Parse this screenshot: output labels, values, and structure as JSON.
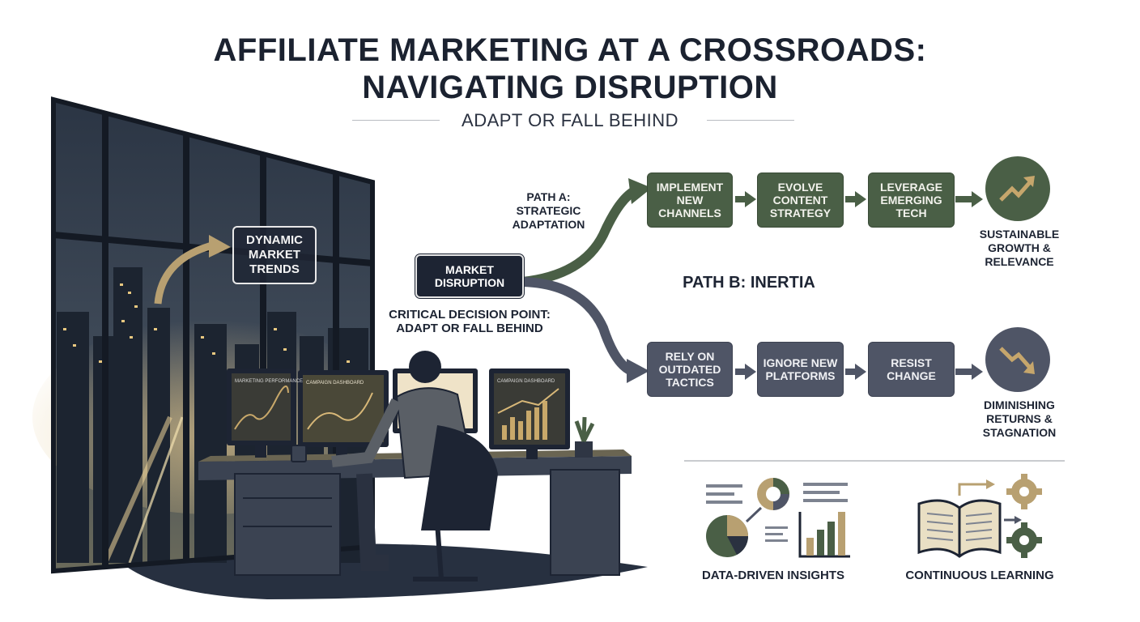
{
  "header": {
    "title_line1": "AFFILIATE MARKETING AT A CROSSROADS:",
    "title_line2": "NAVIGATING DISRUPTION",
    "subtitle": "ADAPT OR FALL BEHIND"
  },
  "scene": {
    "trend_callout": "DYNAMIC MARKET TRENDS",
    "monitor_labels": [
      "MARKETING PERFORMANCE",
      "CAMPAIGN DASHBOARD",
      "CAMPAIGN DASHBOARD"
    ]
  },
  "decision": {
    "node_label": "MARKET DISRUPTION",
    "caption": "CRITICAL DECISION POINT: ADAPT OR FALL BEHIND"
  },
  "path_a": {
    "label": "PATH A: STRATEGIC ADAPTATION",
    "steps": [
      "IMPLEMENT NEW CHANNELS",
      "EVOLVE CONTENT STRATEGY",
      "LEVERAGE EMERGING TECH"
    ],
    "outcome": "SUSTAINABLE GROWTH & RELEVANCE",
    "outcome_icon": "trend-up-icon",
    "color": "#4a5f46"
  },
  "path_b": {
    "label": "PATH B: INERTIA",
    "steps": [
      "RELY ON OUTDATED TACTICS",
      "IGNORE NEW PLATFORMS",
      "RESIST CHANGE"
    ],
    "outcome": "DIMINISHING RETURNS & STAGNATION",
    "outcome_icon": "trend-down-icon",
    "color": "#4f5566"
  },
  "footer": {
    "left_label": "DATA-DRIVEN INSIGHTS",
    "left_icon": "analytics-icon",
    "right_label": "CONTINUOUS LEARNING",
    "right_icon": "book-gears-icon"
  },
  "colors": {
    "accent_gold": "#b8a071",
    "dark_navy": "#1d2433",
    "olive": "#4a5f46",
    "slate": "#4f5566"
  }
}
